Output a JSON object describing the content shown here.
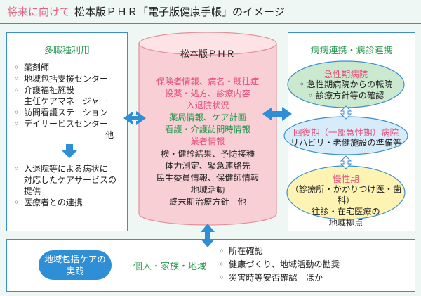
{
  "header": {
    "prefix": "将来に向けて",
    "title": "松本版ＰＨＲ「電子版健康手帳」のイメージ"
  },
  "left_panel": {
    "title": "多職種利用",
    "items_top": [
      {
        "kind": "item",
        "text": "薬剤師"
      },
      {
        "kind": "item",
        "text": "地域包括支援センター"
      },
      {
        "kind": "item",
        "text": "介護福祉施設"
      },
      {
        "kind": "cont",
        "text": "主任ケアマネージャー"
      },
      {
        "kind": "item",
        "text": "訪問看護ステーション"
      },
      {
        "kind": "item",
        "text": "デイサービスセンター"
      },
      {
        "kind": "tail",
        "text": "他"
      }
    ],
    "items_bottom": [
      {
        "kind": "item",
        "text": "入退院等による病状に"
      },
      {
        "kind": "cont",
        "text": "対応したケアサービスの"
      },
      {
        "kind": "cont",
        "text": "提供"
      },
      {
        "kind": "item",
        "text": "医療者との連携"
      }
    ]
  },
  "center": {
    "title": "松本版ＰＨＲ",
    "lines": [
      {
        "text": "保険者情報、病名・既往症",
        "color": "pink"
      },
      {
        "text": "投薬・処方、診療内容",
        "color": "pink"
      },
      {
        "text": "入退院状況",
        "color": "pink"
      },
      {
        "text": "薬局情報、ケア計画",
        "color": "green"
      },
      {
        "text": "看護・介護訪問時情報",
        "color": "green"
      },
      {
        "text": "業者情報",
        "color": "pink"
      },
      {
        "text": "検・健診結果、予防接種",
        "color": "dark"
      },
      {
        "text": "体力測定、緊急連絡先",
        "color": "dark"
      },
      {
        "text": "民生委員情報、保健師情報",
        "color": "dark"
      },
      {
        "text": "地域活動",
        "color": "dark"
      },
      {
        "text": "終末期治療方針　他",
        "color": "dark"
      }
    ]
  },
  "right_panel": {
    "title": "病病連携・病診連携",
    "acute": {
      "title": "急性期病院",
      "lines": [
        "◦ 急性期病院からの転院",
        "◦ 診療方針等の確認"
      ]
    },
    "recovery": {
      "title": "回復期（一部急性期）病院",
      "lines": [
        "リハビリ・老健施設の準備等"
      ]
    },
    "chronic": {
      "title": "慢性期",
      "lines": [
        "（診療所・かかりつけ医・歯科）",
        "往診・在宅医療の",
        "地域拠点"
      ]
    }
  },
  "bottom_panel": {
    "pill_line1": "地域包括ケアの",
    "pill_line2": "実践",
    "label": "個人・家族・地域",
    "items": [
      {
        "kind": "item",
        "text": "所在確認"
      },
      {
        "kind": "item",
        "text": "健康づくり、地域活動の勧奨"
      },
      {
        "kind": "item",
        "text": "災害時等安否確認　ほか"
      }
    ]
  },
  "colors": {
    "accent_pink": "#e85f84",
    "accent_green": "#2e9a54",
    "border_blue": "#3b8ed0",
    "arrow_blue": "#2f8fd6",
    "cylinder_fill": "#f8cfd4",
    "cylinder_stroke": "#e4909b",
    "ellipse_green": "#cbe9cf",
    "ellipse_blue": "#d7ecfa",
    "ellipse_yellow": "#fdf4b4",
    "background": "#eef7f3"
  }
}
